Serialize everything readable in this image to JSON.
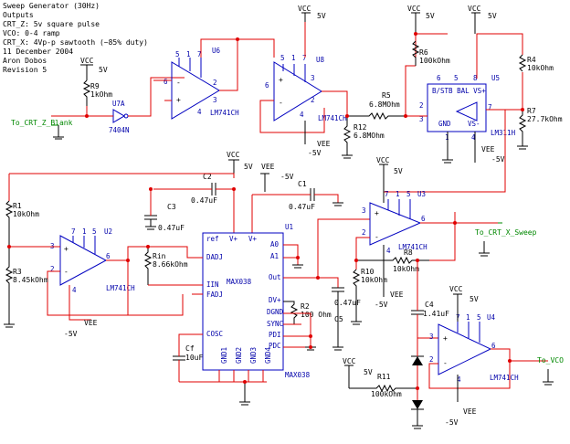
{
  "header": {
    "lines": [
      "Sweep Generator (30Hz)",
      "Outputs",
      "CRT_Z: 5v square pulse",
      "VCO: 0-4 ramp",
      "CRT_X: 4Vp-p sawtooth (~85% duty)",
      "11 December 2004",
      "Aron Dobos",
      "Revision 5"
    ]
  },
  "power": {
    "vcc": "VCC",
    "vee": "VEE",
    "p5": "5V",
    "m5": "-5V"
  },
  "components": {
    "u6": "U6",
    "u8": "U8",
    "u5": "U5",
    "u3": "U3",
    "u2": "U2",
    "u4": "U4",
    "u1": "U1",
    "u7a": "U7A",
    "u7a_part": "7404N",
    "lm741": "LM741CH",
    "lm311": "LM311H",
    "max038": "MAX038",
    "r9": "R9",
    "r9v": "1kOhm",
    "r6": "R6",
    "r6v": "100kOhm",
    "r4": "R4",
    "r4v": "10kOhm",
    "r5": "R5",
    "r5v": "6.8MOhm",
    "r7": "R7",
    "r7v": "27.7kOhm",
    "r12": "R12",
    "r12v": "6.8MOhm",
    "r1": "R1",
    "r1v": "10kOhm",
    "r3": "R3",
    "r3v": "8.45kOhm",
    "rin": "Rin",
    "rinv": "8.66kOhm",
    "r2": "R2",
    "r2v": "100 Ohm",
    "r10": "R10",
    "r10v": "10kOhm",
    "r8": "R8",
    "r8v": "10kOhm",
    "r11": "R11",
    "r11v": "100kOhm",
    "c1": "C1",
    "c1v": "0.47uF",
    "c2": "C2",
    "c2v": "0.47uF",
    "c3": "C3",
    "c3v": "0.47uF",
    "c4": "C4",
    "c4v": "1.41uF",
    "c5": "C5",
    "c5v": "0.47uF",
    "cf": "Cf",
    "cfv": "10uF"
  },
  "pins": {
    "n1": "1",
    "n2": "2",
    "n3": "3",
    "n4": "4",
    "n5": "5",
    "n6": "6",
    "n7": "7",
    "n8": "8",
    "ref": "ref",
    "dadj": "DADJ",
    "iin": "IIN",
    "fadj": "FADJ",
    "cosc": "COSC",
    "a0": "A0",
    "a1": "A1",
    "out": "Out",
    "dv": "DV+",
    "dgnd": "DGND",
    "sync": "SYNC",
    "pdi": "PDI",
    "pdc": "PDC",
    "v": "V+",
    "gnd1": "GND1",
    "gnd2": "GND2",
    "gnd3": "GND3",
    "gnd4": "GND4",
    "bstb": "B/STB BAL VS+",
    "gnd": "GND",
    "vsm": "VS-"
  },
  "outputs": {
    "crt_z": "To_CRT_Z_Blank",
    "crt_x": "To_CRT_X_Sweep",
    "vco": "To_VCO"
  }
}
